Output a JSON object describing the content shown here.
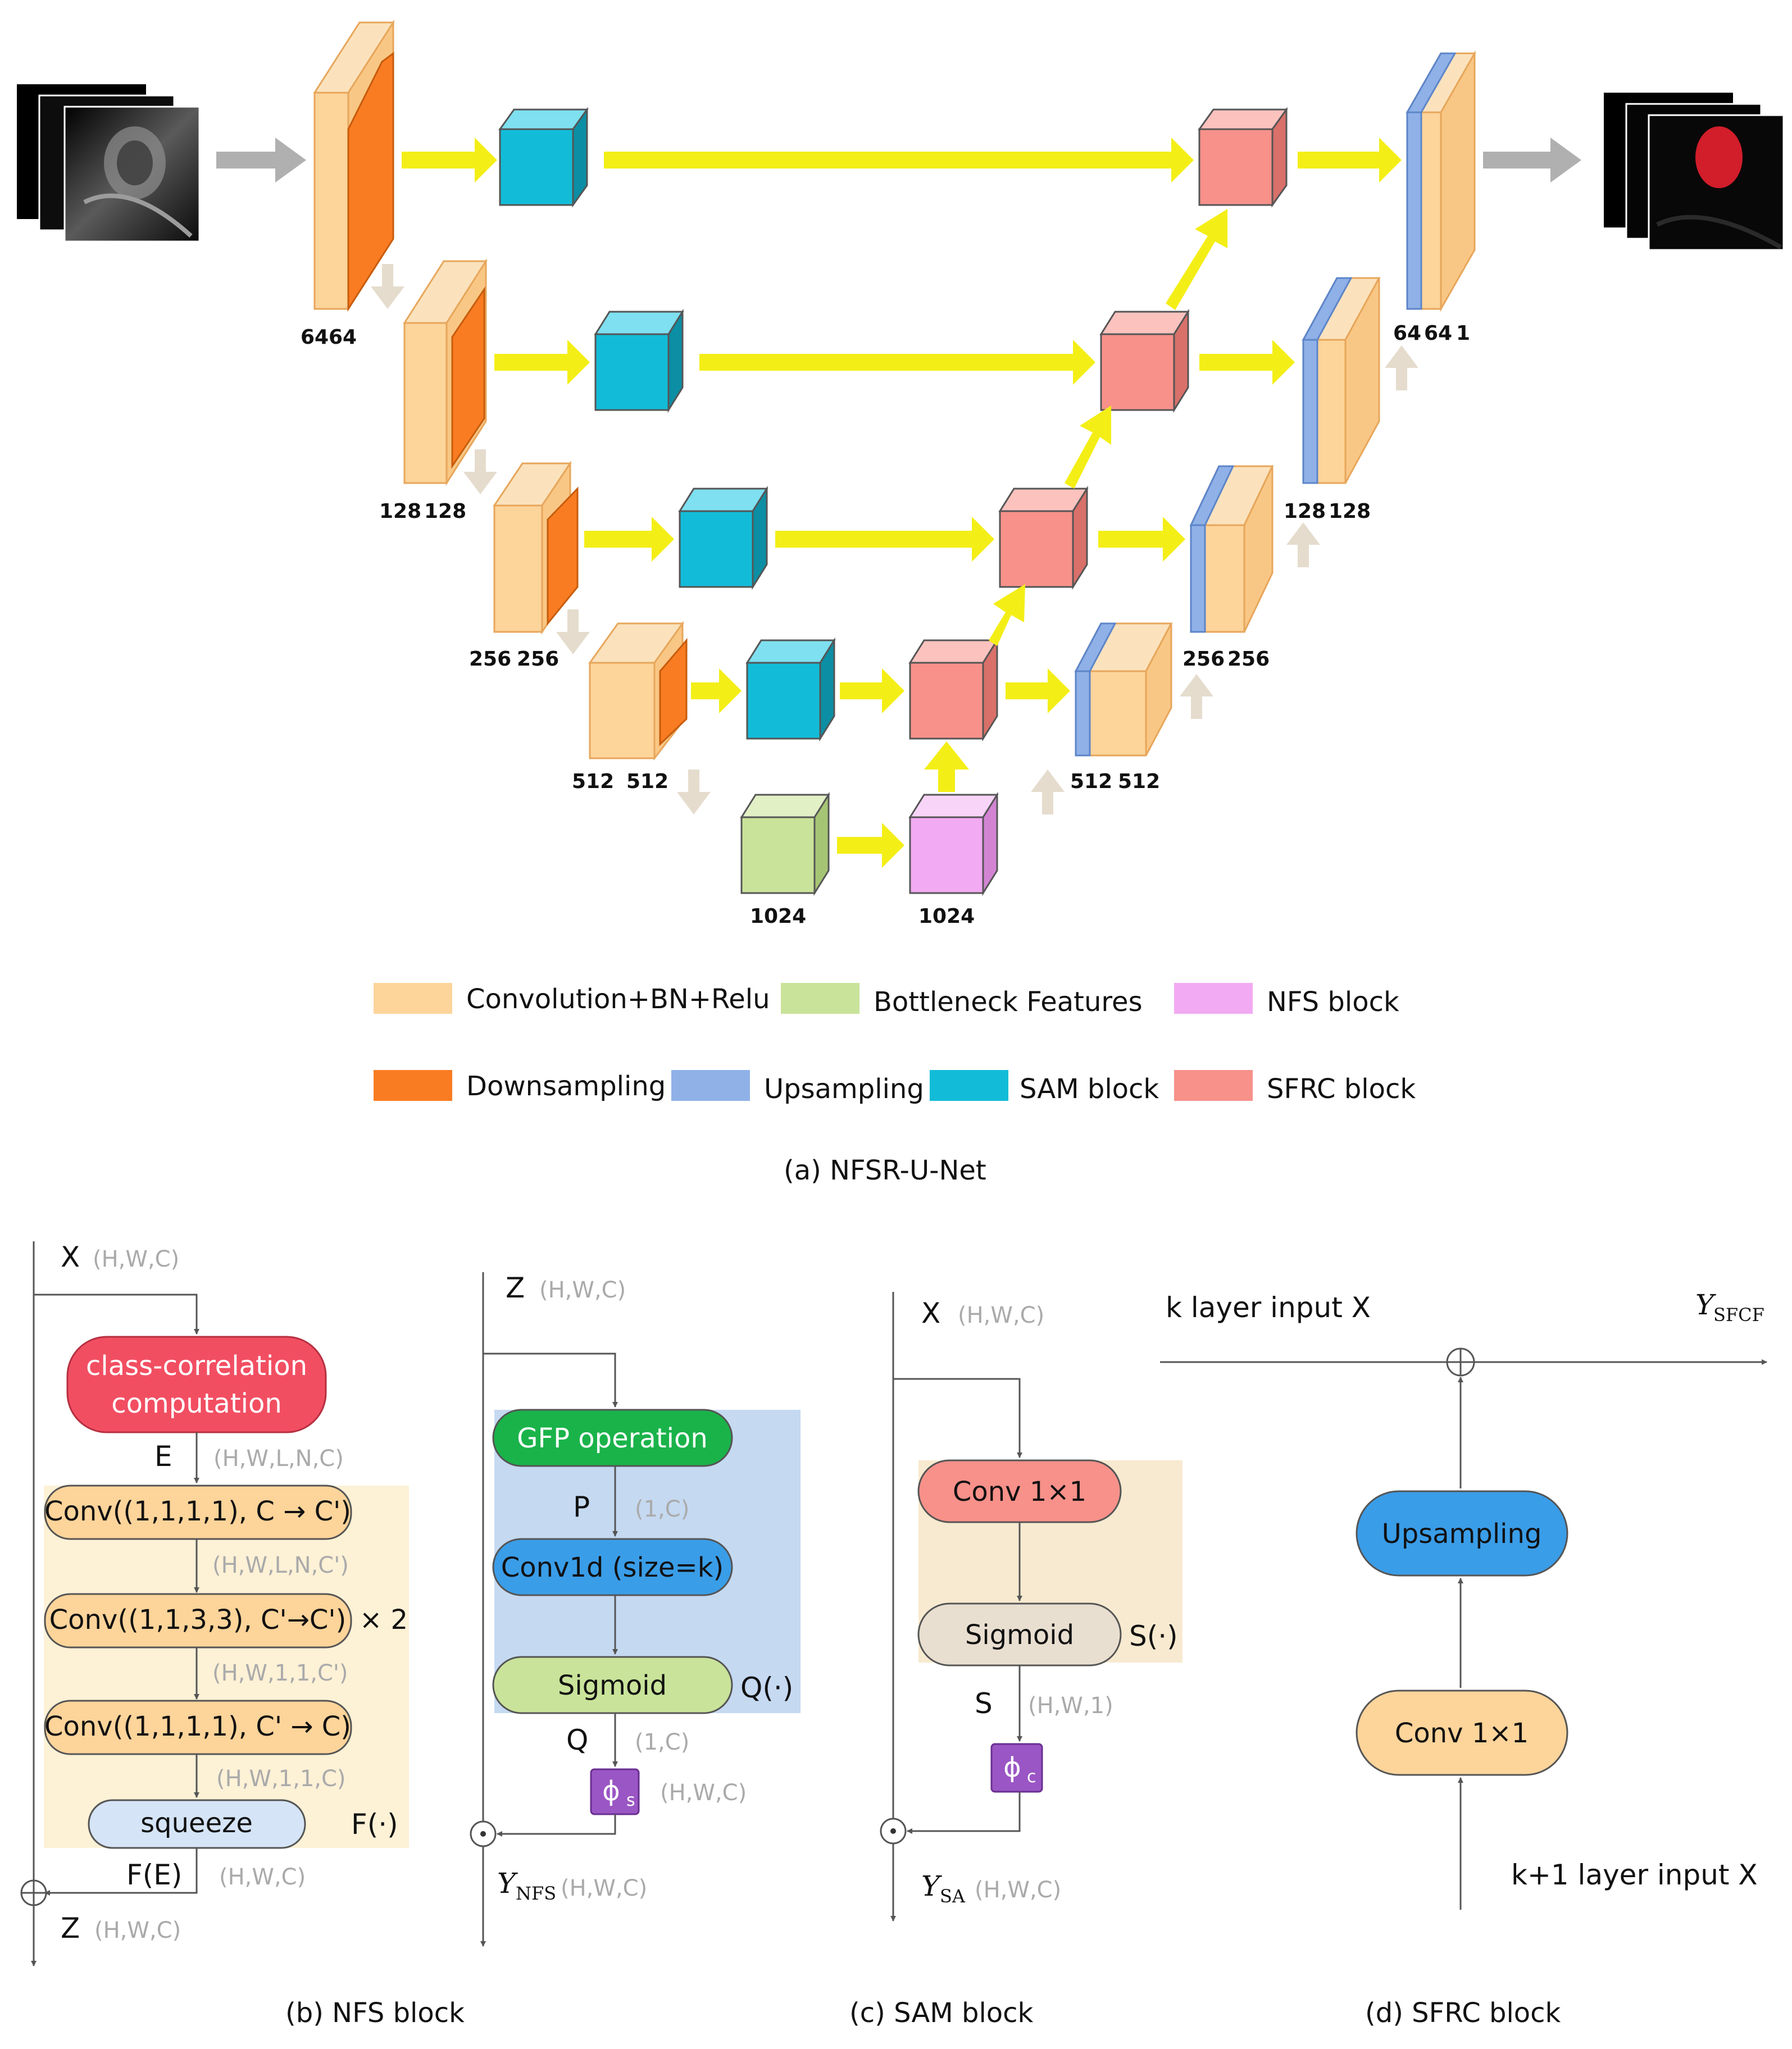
{
  "palette": {
    "conv": "#fdd49a",
    "conv_edge": "#e7a65a",
    "down": "#f97c22",
    "up": "#8fb1e8",
    "sam": "#12bcd8",
    "sfrc": "#f7918a",
    "bottleneck": "#c9e39a",
    "nfs": "#f2aaf3",
    "arrow_main": "#f4ee17",
    "arrow_io": "#b0b0b0",
    "arrow_small": "#e5dccd"
  },
  "part_a": {
    "caption": "(a)  NFSR-U-Net",
    "encoder_dims": [
      {
        "a": "64",
        "b": "64"
      },
      {
        "a": "128",
        "b": "128"
      },
      {
        "a": "256",
        "b": "256"
      },
      {
        "a": "512",
        "b": "512"
      }
    ],
    "bottleneck_dim": "1024",
    "nfs_dim": "1024",
    "decoder_dims": [
      {
        "a": "512",
        "b": "512"
      },
      {
        "a": "256",
        "b": "256"
      },
      {
        "a": "128",
        "b": "128"
      },
      {
        "a": "64",
        "b": "64",
        "c": "1"
      }
    ],
    "legend": [
      {
        "key": "conv",
        "label": "Convolution+BN+Relu"
      },
      {
        "key": "bottleneck",
        "label": "Bottleneck Features"
      },
      {
        "key": "nfs",
        "label": "NFS block"
      },
      {
        "key": "down",
        "label": "Downsampling"
      },
      {
        "key": "up",
        "label": "Upsampling"
      },
      {
        "key": "sam",
        "label": "SAM block"
      },
      {
        "key": "sfrc",
        "label": "SFRC block"
      }
    ]
  },
  "part_b": {
    "caption": "(b) NFS block",
    "input_var": "X",
    "input_shape": "(H,W,C)",
    "class_corr": [
      "class-correlation",
      "computation"
    ],
    "e_var": "E",
    "e_shape": "(H,W,L,N,C)",
    "conv1": "Conv((1,1,1,1), C → C')",
    "shape1": "(H,W,L,N,C')",
    "conv2": "Conv((1,1,3,3), C'→C')",
    "repeat": "× 2",
    "shape2": "(H,W,1,1,C')",
    "conv3": "Conv((1,1,1,1), C' → C)",
    "shape3": "(H,W,1,1,C)",
    "squeeze": "squeeze",
    "f_label": "F(·)",
    "fe_var": "F(E)",
    "fe_shape": "(H,W,C)",
    "z_var": "Z",
    "z_shape": "(H,W,C)"
  },
  "part_nfs2": {
    "input_var": "Z",
    "input_shape": "(H,W,C)",
    "gfp": "GFP operation",
    "p_var": "P",
    "p_shape": "(1,C)",
    "conv1d": "Conv1d (size=k)",
    "sigmoid": "Sigmoid",
    "q_label": "Q(·)",
    "q_var": "Q",
    "q_shape": "(1,C)",
    "phi": "ϕ",
    "phi_sub": "s",
    "phi_shape": "(H,W,C)",
    "out_var": "Y",
    "out_sub": "NFS",
    "out_shape": "(H,W,C)"
  },
  "part_c": {
    "caption": "(c) SAM block",
    "input_var": "X",
    "input_shape": "(H,W,C)",
    "conv": "Conv 1×1",
    "sigmoid": "Sigmoid",
    "s_label": "S(·)",
    "s_var": "S",
    "s_shape": "(H,W,1)",
    "phi": "ϕ",
    "phi_sub": "c",
    "out_var": "Y",
    "out_sub": "SA",
    "out_shape": "(H,W,C)"
  },
  "part_d": {
    "caption": "(d) SFRC block",
    "top_input": "k layer input X",
    "out_var": "Y",
    "out_sub": "SFCF",
    "upsampling": "Upsampling",
    "conv": "Conv 1×1",
    "bottom_input": "k+1 layer input X"
  }
}
